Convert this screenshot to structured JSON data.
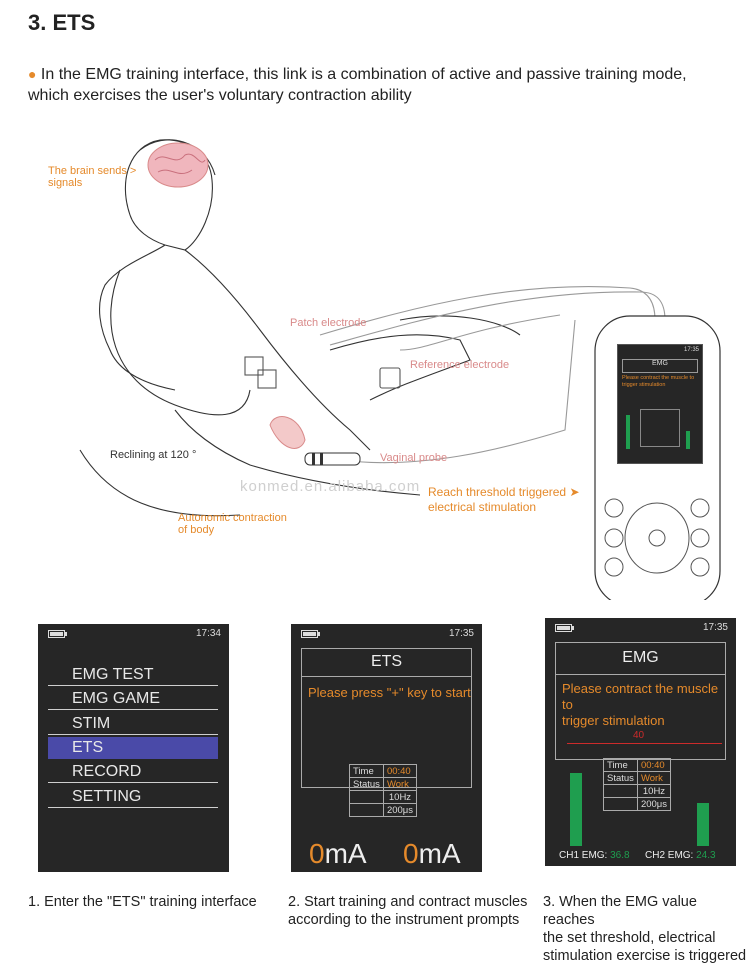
{
  "heading": "3. ETS",
  "intro": "In the EMG training interface, this link is a combination of active and passive training mode, which exercises the user's voluntary contraction ability",
  "illustration": {
    "brain_label_1": "The brain sends >",
    "brain_label_2": "signals",
    "patch_electrode": "Patch electrode",
    "reference_electrode": "Reference electrode",
    "reclining": "Reclining at 120 °",
    "vaginal_probe": "Vaginal probe",
    "autonomic_1": "Autonomic contraction",
    "autonomic_2": "of body",
    "threshold_1": "Reach threshold triggered",
    "threshold_2": "electrical stimulation",
    "watermark": "konmed.en.alibaba.com",
    "device_title": "EMG",
    "device_prompt": "Please contract the muscle to trigger stimulation",
    "device_time": "17:35"
  },
  "screen1": {
    "time": "17:34",
    "menu": [
      "EMG TEST",
      "EMG GAME",
      "STIM",
      "ETS",
      "RECORD",
      "SETTING"
    ],
    "selected_index": 3
  },
  "screen2": {
    "time": "17:35",
    "title": "ETS",
    "prompt": "Please press \"+\" key to start",
    "time_label": "Time",
    "time_value": "00:40",
    "status_label": "Status",
    "status_value": "Work",
    "freq": "10Hz",
    "width": "200μs",
    "ch1_num": "0",
    "ch1_unit": "mA",
    "ch2_num": "0",
    "ch2_unit": "mA"
  },
  "screen3": {
    "time": "17:35",
    "title": "EMG",
    "prompt_1": "Please contract the muscle to",
    "prompt_2": "trigger stimulation",
    "threshold": "40",
    "time_label": "Time",
    "time_value": "00:40",
    "status_label": "Status",
    "status_value": "Work",
    "freq": "10Hz",
    "width": "200μs",
    "ch1_label": "CH1  EMG:",
    "ch1_value": "36.8",
    "ch2_label": "CH2  EMG:",
    "ch2_value": "24.3",
    "ch1_level": 0.73,
    "ch2_level": 0.43
  },
  "captions": {
    "c1": "1. Enter the \"ETS\" training interface",
    "c2_1": "2. Start training and contract muscles",
    "c2_2": "according to the instrument prompts",
    "c3_1": "3. When the EMG value reaches",
    "c3_2": "the set threshold, electrical",
    "c3_3": "stimulation exercise is triggered"
  },
  "colors": {
    "accent": "#e58a2b",
    "emg_green": "#1f9e4f",
    "menu_select": "#4a4aa8",
    "screen_bg": "#262626"
  }
}
